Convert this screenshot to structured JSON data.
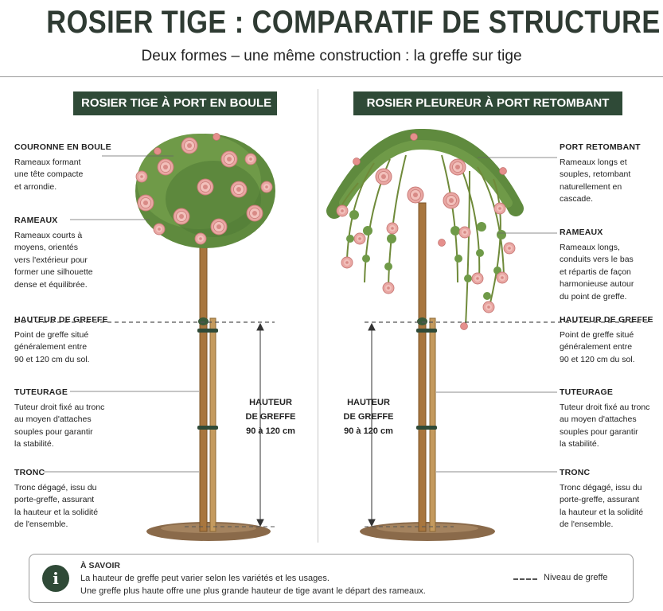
{
  "header": {
    "title": "ROSIER TIGE : COMPARATIF DE STRUCTURE",
    "subtitle": "Deux formes – une même construction : la greffe sur tige"
  },
  "left": {
    "header": "ROSIER TIGE À PORT EN BOULE",
    "labels": [
      {
        "title": "COURONNE EN BOULE",
        "text": "Rameaux formant\nune tête compacte\net arrondie."
      },
      {
        "title": "RAMEAUX",
        "text": "Rameaux courts à\nmoyens, orientés\nvers l'extérieur pour\nformer une silhouette\ndense et équilibrée."
      },
      {
        "title": "HAUTEUR DE GREFFE",
        "text": "Point de greffe situé\ngénéralement entre\n90 et 120 cm du sol."
      },
      {
        "title": "TUTEURAGE",
        "text": "Tuteur droit fixé au tronc\nau moyen d'attaches\nsouples pour garantir\nla stabilité."
      },
      {
        "title": "TRONC",
        "text": "Tronc dégagé, issu du\nporte-greffe, assurant\nla hauteur et la solidité\nde l'ensemble."
      }
    ],
    "height_label": [
      "HAUTEUR",
      "DE GREFFE",
      "90 à 120 cm"
    ]
  },
  "right": {
    "header": "ROSIER PLEUREUR À PORT RETOMBANT",
    "labels": [
      {
        "title": "PORT RETOMBANT",
        "text": "Rameaux longs et\nsouples, retombant\nnaturellement en\ncascade."
      },
      {
        "title": "RAMEAUX",
        "text": "Rameaux longs,\nconduits vers le bas\net répartis de façon\nharmonieuse autour\ndu point de greffe."
      },
      {
        "title": "HAUTEUR DE GREFFE",
        "text": "Point de greffe situé\ngénéralement entre\n90 et 120 cm du sol."
      },
      {
        "title": "TUTEURAGE",
        "text": "Tuteur droit fixé au tronc\nau moyen d'attaches\nsouples pour garantir\nla stabilité."
      },
      {
        "title": "TRONC",
        "text": "Tronc dégagé, issu du\nporte-greffe, assurant\nla hauteur et la solidité\nde l'ensemble."
      }
    ],
    "height_label": [
      "HAUTEUR",
      "DE GREFFE",
      "90 à 120 cm"
    ]
  },
  "info": {
    "icon": "info-icon",
    "title": "À SAVOIR",
    "lines": [
      "La hauteur de greffe peut varier selon les variétés et les usages.",
      "Une greffe plus haute offre une plus grande hauteur de tige avant le départ des rameaux."
    ],
    "legend": "Niveau de greffe"
  },
  "colors": {
    "accent": "#2f4a37",
    "rose": "#e8a0a0",
    "leaf": "#5f8a3e",
    "wood": "#a8763e",
    "soil": "#8a6a4a"
  }
}
